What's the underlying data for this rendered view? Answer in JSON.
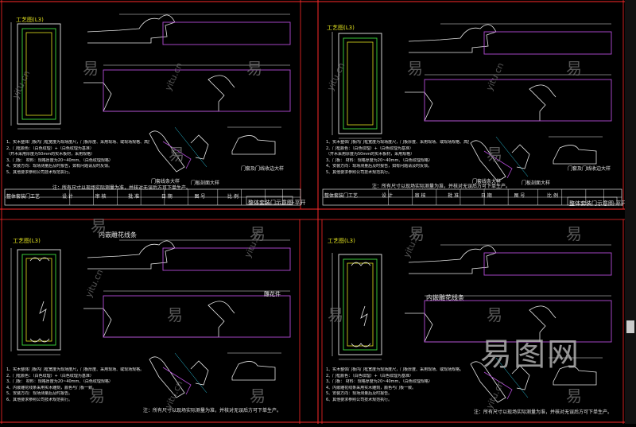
{
  "panels": [
    {
      "id": "tl",
      "title": "工艺图(L3)",
      "annot": "",
      "notes": [
        "1、实木整体门板内门框宽度为现场度尺，门板厚度、采用现场、或现场规格、高度规格。",
        "2、门框颜色：（白色纹理）+（白色纹理为基准）",
        "（开木采用厚度为50mm的实木板材，采用规格）",
        "3、门板：  材料：规格厚度为20~40mm、（白色纹理规格）",
        "4、安装方向：现场测量后及时报告，如有问题请及时反馈。",
        "5、其他要求参照公司技术规范执行。"
      ],
      "labels": [
        "门套线条大样",
        "门板剖面大样",
        "门套及门线收边大样"
      ],
      "footer_note": "注：所有尺寸以现场实际测量为准，并核对无误后方可下单生产。",
      "table_title": "整体套装门工艺",
      "footer_cols": [
        "设 计",
        "审 核",
        "批 准",
        "日 期",
        "图 号",
        "比 例"
      ],
      "sheet": "整体套装门示意图-平开"
    },
    {
      "id": "tr",
      "title": "工艺图(L3)",
      "annot": "",
      "notes": [
        "1、实木整体门板内门框宽度为现场度尺，门板厚度、采用现场、或现场规格、高度规格。",
        "2、门框颜色：（白色纹理）+（白色纹理为基准）",
        "（开木采用厚度为50mm的实木板材，采用规格）",
        "3、门板：  材料：规格厚度为20~40mm、（白色纹理规格）",
        "4、安装方向：现场测量后及时报告，如有问题请及时反馈。",
        "5、其他要求参照公司技术规范执行。"
      ],
      "labels": [
        "门套线条大样",
        "门板剖面大样",
        "门套及门线收边大样"
      ],
      "footer_note": "注：所有尺寸以现场实际测量为准，并核对无误后方可下单生产。",
      "table_title": "整体套装门工艺",
      "footer_cols": [
        "设 计",
        "审 核",
        "批 准",
        "日 期",
        "图 号",
        "比 例"
      ],
      "sheet": "整体套装门示意图-平开"
    },
    {
      "id": "bl",
      "title": "工艺图(L3)",
      "annot": "内嵌雕花线条",
      "notes": [
        "1、实木整体门板内门框宽度为现场度尺，门板厚度、采用现场、或现场规格。",
        "2、门框颜色：（白色纹理）+（白色纹理为基准）",
        "3、门板：  材料：规格厚度为20~40mm、（白色纹理规格）",
        "4、内嵌雕花线条采用实木雕刻，颜色与门板一致。",
        "5、安装方向：现场测量后及时报告。",
        "6、其他要求参照公司技术规范执行。"
      ],
      "labels": [
        "雕花件"
      ],
      "footer_note": "注：所有尺寸以现场实际测量为准，并核对无误后方可下单生产。",
      "table_title": "",
      "footer_cols": [],
      "sheet": ""
    },
    {
      "id": "br",
      "title": "工艺图(L3)",
      "annot": "内嵌雕花线条",
      "notes": [
        "1、实木整体门板内门框宽度为现场度尺，门板厚度、采用现场、或现场规格。",
        "2、门框颜色：（白色纹理）+（白色纹理为基准）",
        "3、门板：  材料：规格厚度为20~40mm、（白色纹理规格）",
        "4、内嵌雕花线条采用实木雕刻，颜色与门板一致。",
        "5、安装方向：现场测量后及时报告。",
        "6、其他要求参照公司技术规范执行。"
      ],
      "labels": [],
      "footer_note": "注：所有尺寸以现场实际测量为准，并核对无误后方可下单生产。",
      "table_title": "",
      "footer_cols": [],
      "sheet": ""
    }
  ],
  "watermark": {
    "brand": "易图网",
    "glyph": "易",
    "site": "yitu.cn"
  },
  "colors": {
    "background": "#000000",
    "frame": "#ff2a2a",
    "outline": "#e6e6e6",
    "section": "#b44bd8",
    "green": "#3ddc3d",
    "yellow": "#e0e020",
    "cyan": "#29c7e0",
    "blue": "#3a6cff"
  }
}
